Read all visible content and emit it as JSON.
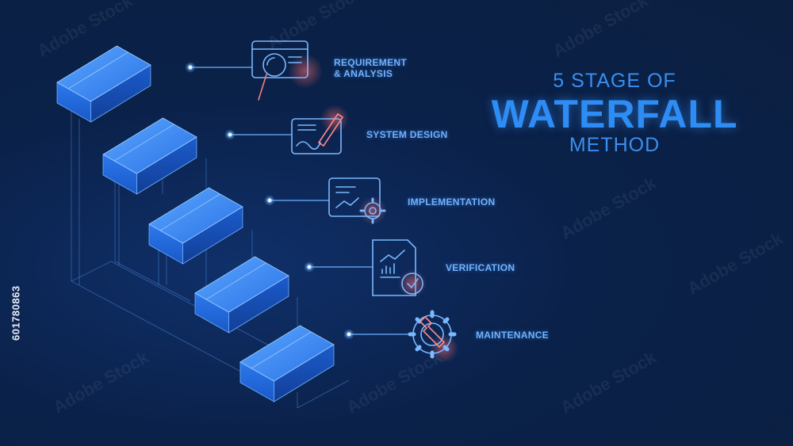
{
  "title": {
    "line1": "5 STAGE OF",
    "main": "WATERFALL",
    "line3": "METHOD"
  },
  "stages": [
    {
      "label": "REQUIREMENT\n& ANALYSIS",
      "icon": "magnifier-document-icon"
    },
    {
      "label": "SYSTEM DESIGN",
      "icon": "design-pen-icon"
    },
    {
      "label": "IMPLEMENTATION",
      "icon": "document-gear-icon"
    },
    {
      "label": "VERIFICATION",
      "icon": "report-check-icon"
    },
    {
      "label": "MAINTENANCE",
      "icon": "wrench-gear-icon"
    }
  ],
  "side_id": "601780863",
  "watermark": "Adobe Stock",
  "colors": {
    "background": "#0b1f40",
    "step_top": "#3d8cf5",
    "step_side": "#1551b8",
    "line": "#6fb1ff",
    "accent_glow": "#ff5a5a",
    "title": "#2e8df5"
  }
}
